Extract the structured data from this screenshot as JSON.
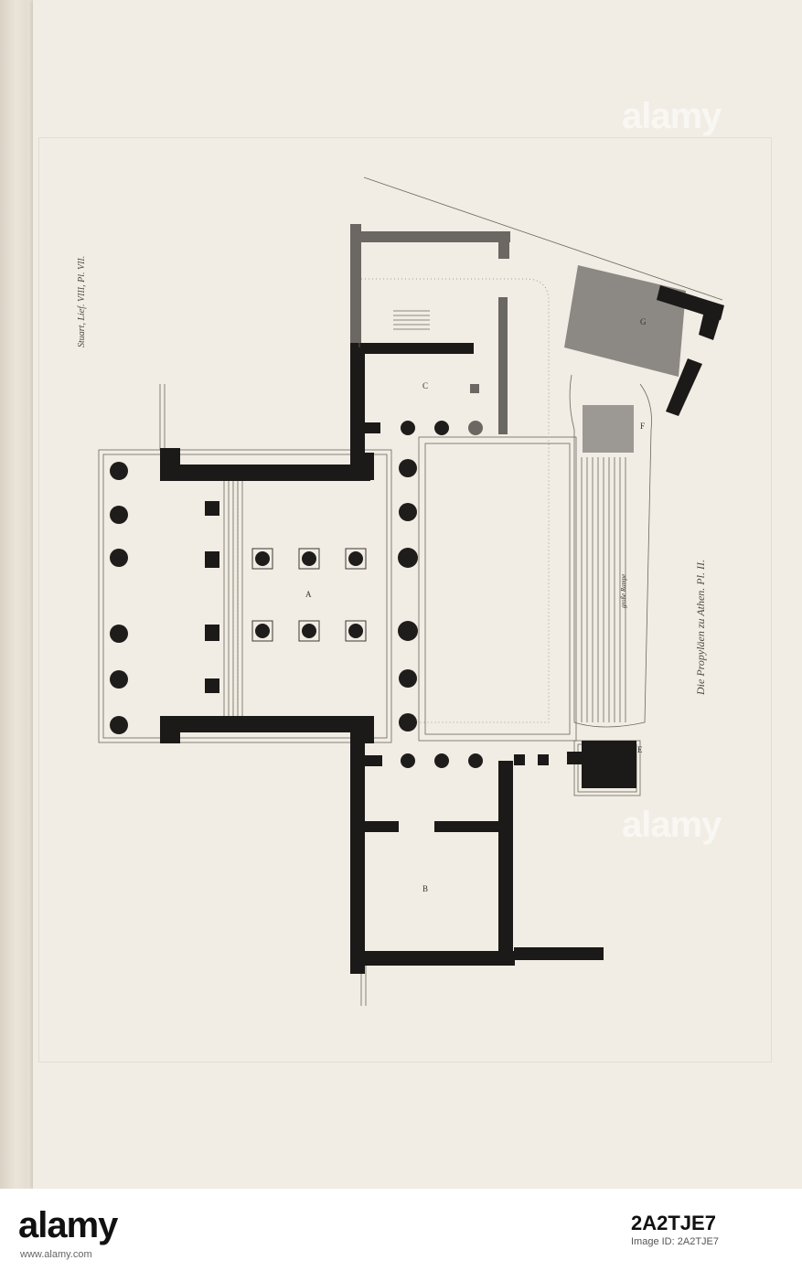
{
  "plate": {
    "caption_reference": "Stuart, Lief. VIII, Pl. VII.",
    "caption_title": "Die Propyläen zu Athen. Pl. II."
  },
  "plan_labels": {
    "room_A": "A",
    "room_B": "B",
    "room_C": "C",
    "room_E": "E",
    "room_F": "F",
    "room_G": "G",
    "ramp_note": "große Rampe"
  },
  "watermark": {
    "brand": "alamy",
    "image_id_label": "Image ID: 2A2TJE7",
    "image_id": "2A2TJE7",
    "site": "www.alamy.com"
  },
  "colors": {
    "paper": "#f1ede4",
    "ink": "#1c1a18",
    "hatch": "#8c8984"
  }
}
